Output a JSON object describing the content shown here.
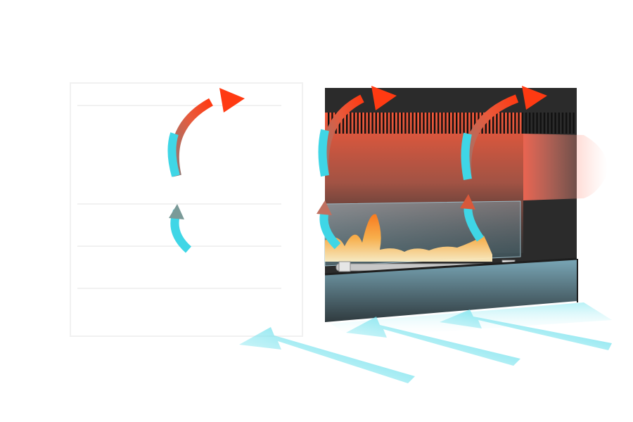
{
  "diagram": {
    "subject": "fireplace-heat-circulation",
    "colors": {
      "hot": "#ff3a12",
      "warm": "#e8684f",
      "cool": "#3fd6e6",
      "body": "#2a2a2a",
      "glass": "#7fb0c4",
      "flame": "#ffb24a"
    },
    "icons": {
      "hot_air": "hot-air-arrow",
      "cool_air": "cool-air-arrow",
      "flame": "flame",
      "burner": "burner"
    }
  }
}
